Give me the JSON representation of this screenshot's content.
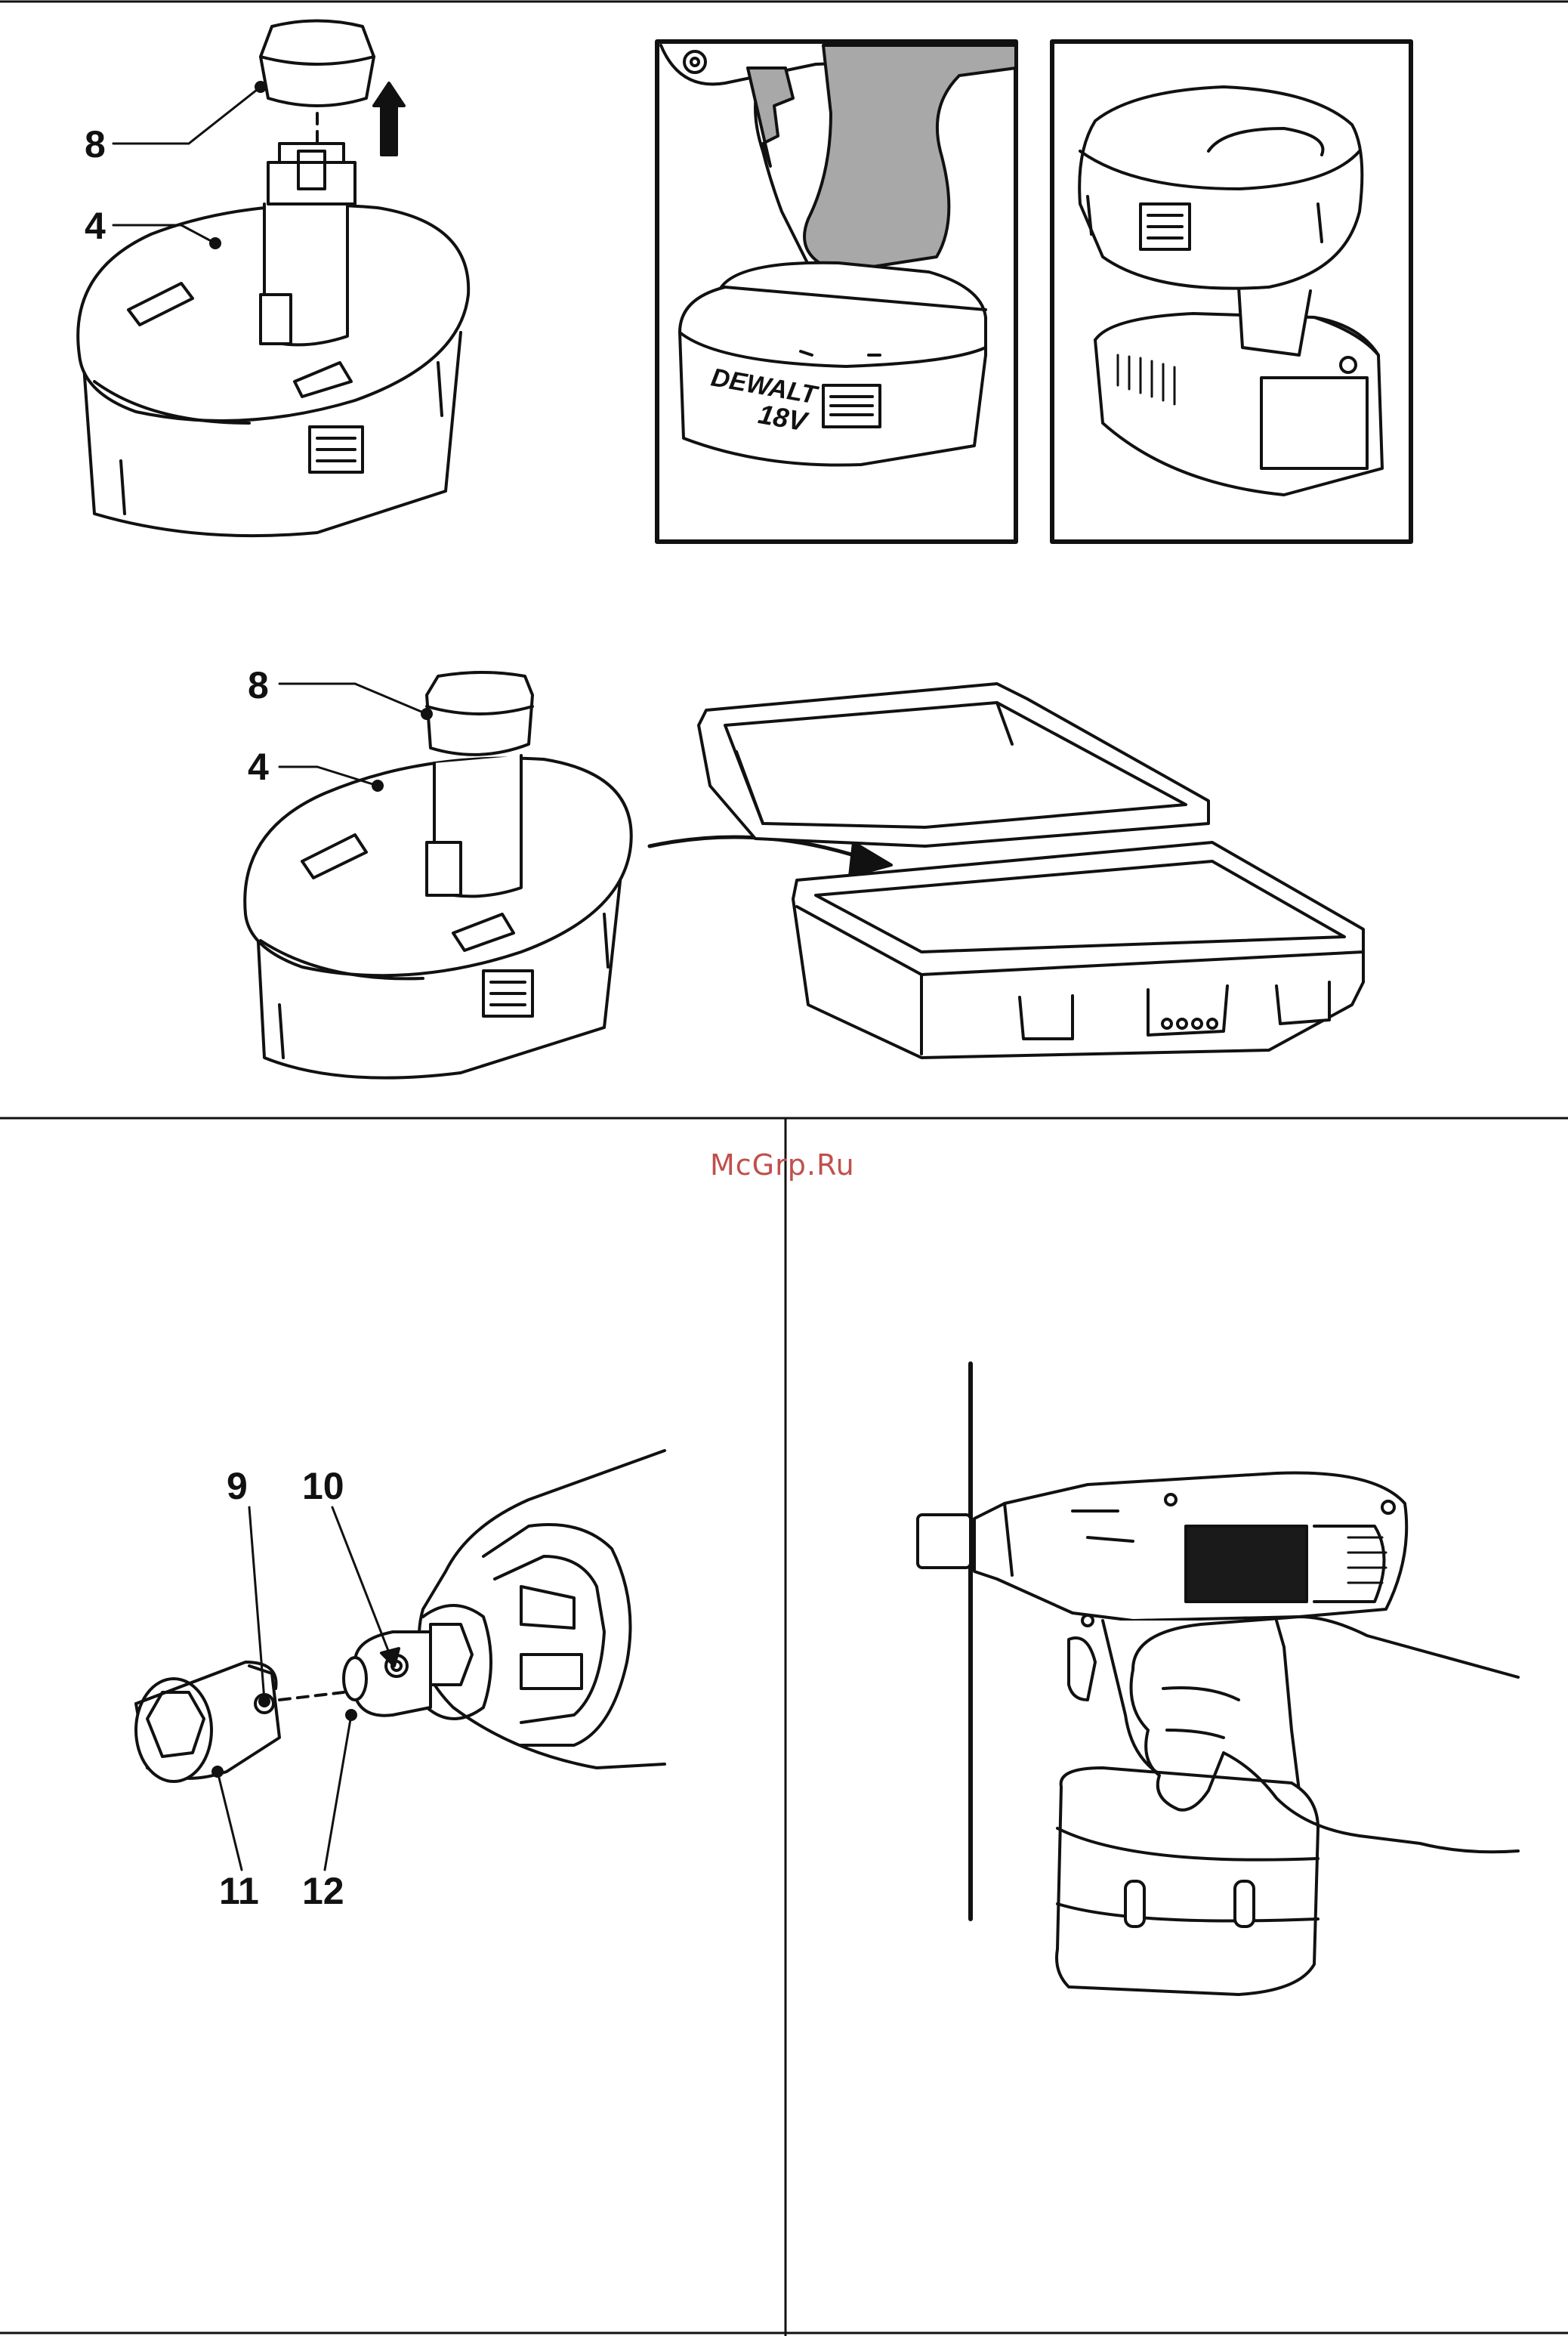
{
  "watermark": "McGrp.Ru",
  "figure_a": {
    "callouts": {
      "cap": "8",
      "battery": "4"
    }
  },
  "figure_b": {
    "battery_brand": "DEWALT",
    "battery_voltage": "18V"
  },
  "figure_d": {
    "callouts": {
      "cap": "8",
      "battery": "4"
    }
  },
  "figure_e": {
    "callouts": {
      "hole": "9",
      "pin": "10",
      "socket": "11",
      "anvil": "12"
    }
  },
  "colors": {
    "line": "#111111",
    "fill_gray": "#a8a8a8",
    "display_black": "#1a1a1a",
    "watermark": "#c0504d"
  }
}
